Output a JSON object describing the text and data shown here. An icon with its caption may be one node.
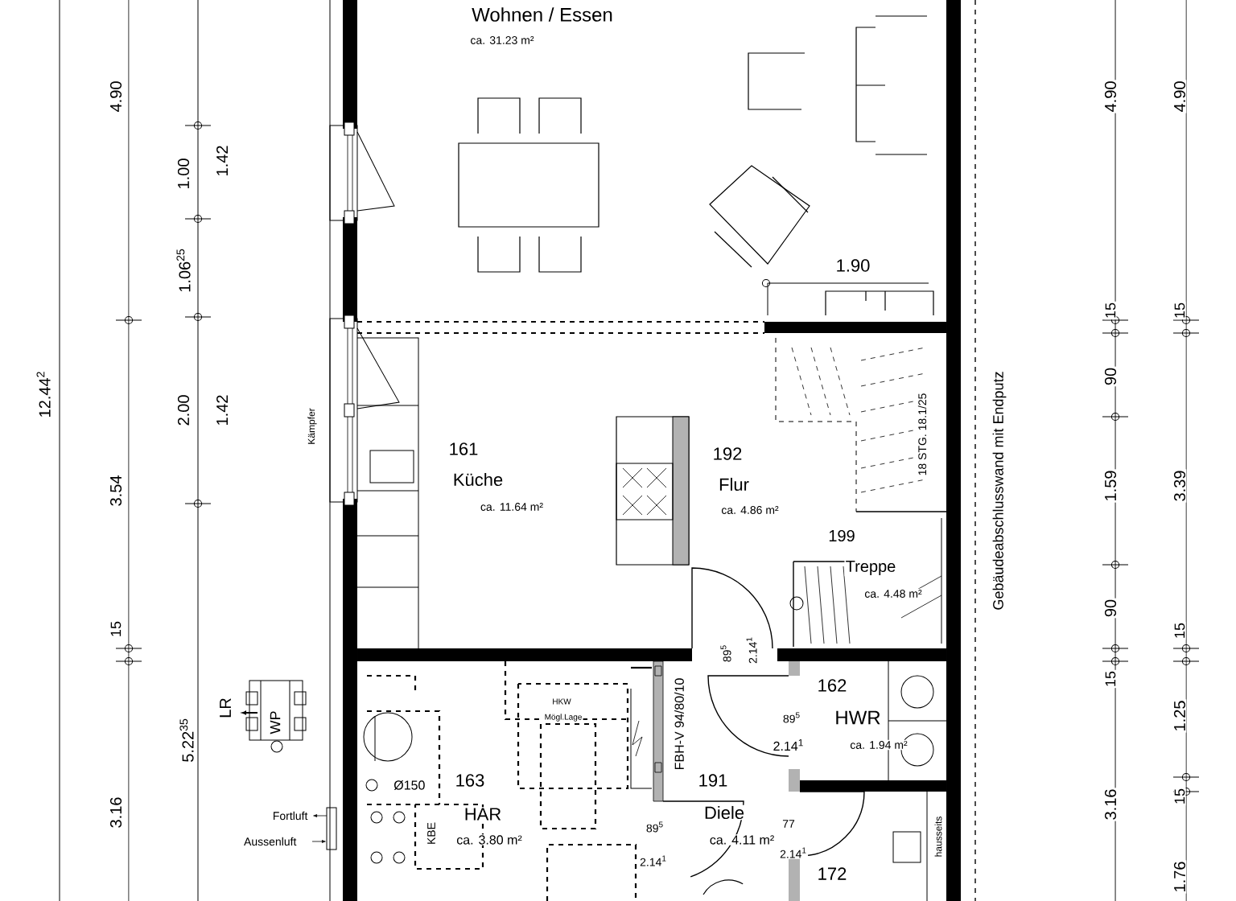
{
  "diagram": {
    "labels": [
      "4.90",
      "12.44$^{2}$",
      "3.54",
      "15",
      "3.16",
      "1.00",
      "1.42",
      "1.06$^{25}$",
      "2.00",
      "1.42",
      "5.22$^{35}$",
      "Kämpfer",
      "LR",
      "WP",
      "Fortluft",
      "Aussenluft",
      "Wohnen / Essen",
      "ca. 31.23 m²",
      "1.90",
      "161",
      "Küche",
      "ca. 11.64 m²",
      "192",
      "Flur",
      "ca. 4.86 m²",
      "18 STG. 18.1/25",
      "199",
      "Treppe",
      "ca. 4.48 m²",
      "89$^{5}$",
      "2.14$^{1}$",
      "FBH-V 94/80/10",
      "HKW",
      "Mögl.Lage",
      "162",
      "89$^{5}$",
      "HWR",
      "2.14$^{1}$",
      "ca. 1.94 m²",
      "Ø150",
      "163",
      "HAR",
      "KBE",
      "ca. 3.80 m²",
      "191",
      "Diele",
      "ca. 4.11 m²",
      "89$^{5}$",
      "2.14$^{1}$",
      "77",
      "2.14$^{1}$",
      "172",
      "hausseits",
      "Gebäudeabschlusswand mit Endputz",
      "4.90",
      "15",
      "90",
      "1.59",
      "90",
      "15",
      "3.16",
      "4.90",
      "15",
      "3.39",
      "15",
      "1.25",
      "15",
      "1.76"
    ]
  }
}
